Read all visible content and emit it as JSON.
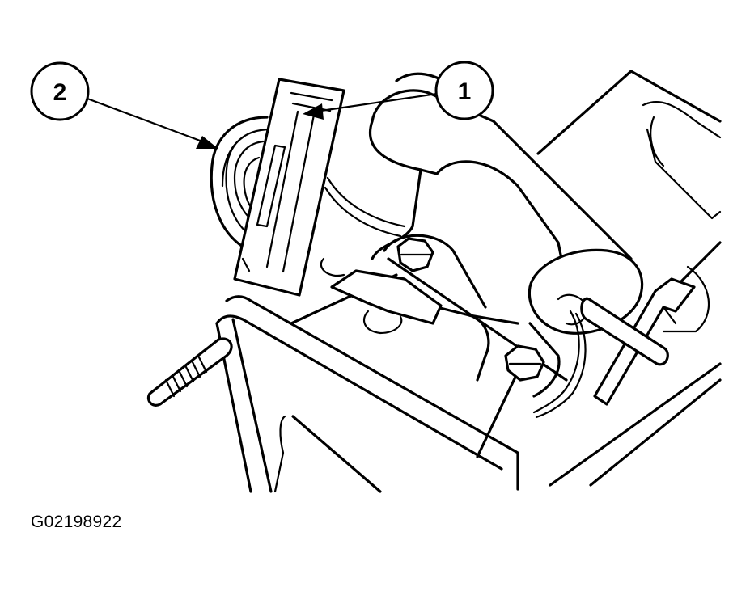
{
  "callouts": [
    {
      "label": "2",
      "target": "wire-harness"
    },
    {
      "label": "1",
      "target": "electrical-connector"
    }
  ],
  "figure_id": "G02198922",
  "colors": {
    "ink": "#000000",
    "paper": "#ffffff"
  }
}
